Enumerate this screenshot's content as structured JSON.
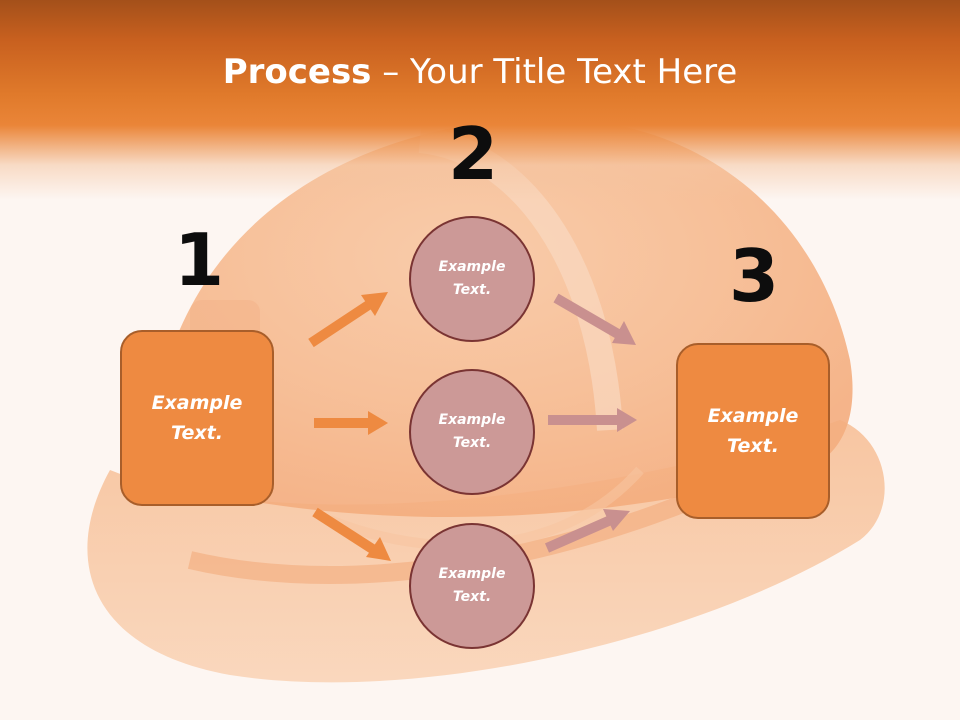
{
  "title": {
    "bold": "Process",
    "rest": " – Your Title Text Here"
  },
  "steps": {
    "one": {
      "number": "1",
      "label": "Example Text."
    },
    "two": {
      "number": "2",
      "labels": [
        "Example Text.",
        "Example Text.",
        "Example Text."
      ]
    },
    "three": {
      "number": "3",
      "label": "Example Text."
    }
  },
  "colors": {
    "header_orange": "#e07a2b",
    "box_fill": "#ee8a41",
    "circle_fill": "#cc9997",
    "orange_arrow": "#ee8a41",
    "pink_arrow": "#c9908f"
  }
}
